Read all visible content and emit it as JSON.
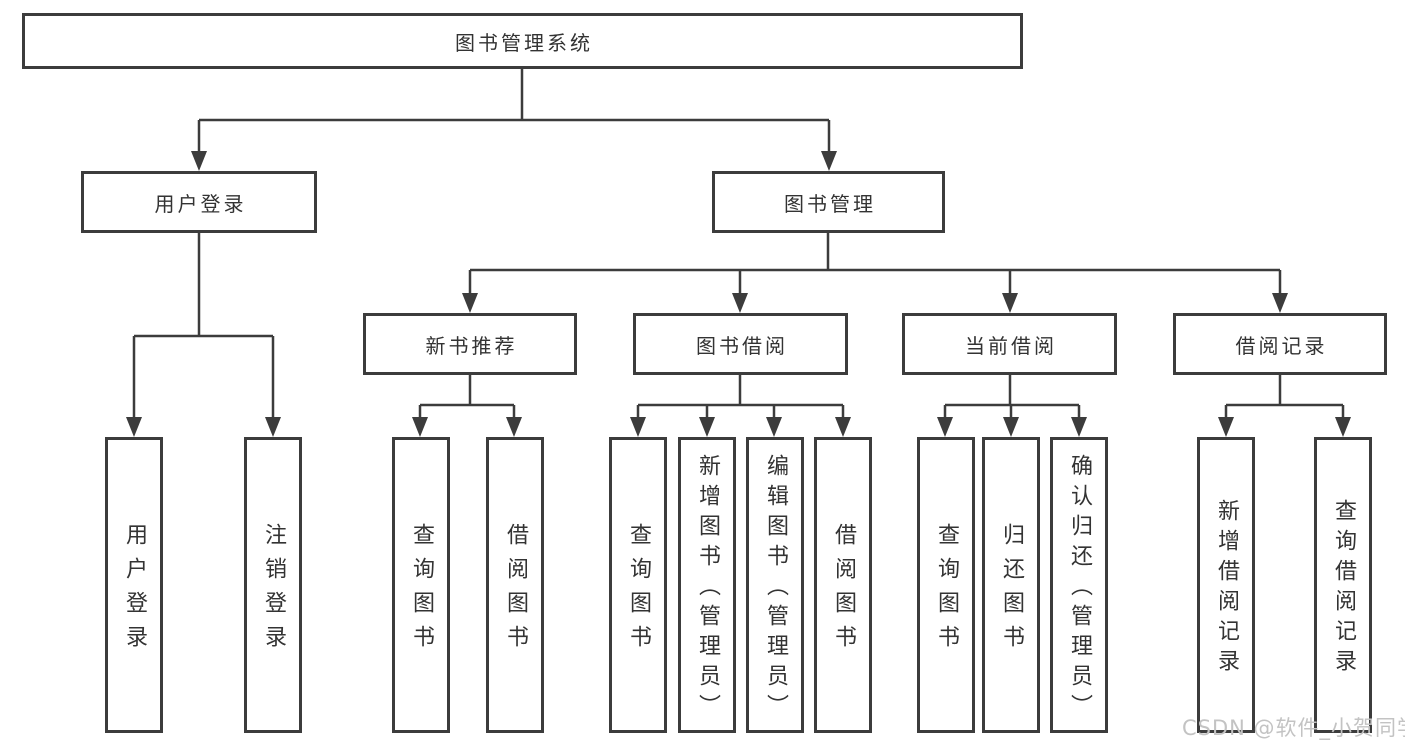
{
  "diagram_title": "图书管理系统",
  "nodes": {
    "root": "图书管理系统",
    "l2": [
      "用户登录",
      "图书管理"
    ],
    "l3": [
      "新书推荐",
      "图书借阅",
      "当前借阅",
      "借阅记录"
    ],
    "leaves": [
      "用户登录",
      "注销登录",
      "查询图书",
      "借阅图书",
      "查询图书",
      "新增图书（管理员）",
      "编辑图书（管理员）",
      "借阅图书",
      "查询图书",
      "归还图书",
      "确认归还（管理员）",
      "新增借阅记录",
      "查询借阅记录"
    ]
  },
  "hierarchy": {
    "图书管理系统": [
      "用户登录",
      "图书管理"
    ],
    "用户登录": [
      "用户登录",
      "注销登录"
    ],
    "图书管理": [
      "新书推荐",
      "图书借阅",
      "当前借阅",
      "借阅记录"
    ],
    "新书推荐": [
      "查询图书",
      "借阅图书"
    ],
    "图书借阅": [
      "查询图书",
      "新增图书（管理员）",
      "编辑图书（管理员）",
      "借阅图书"
    ],
    "当前借阅": [
      "查询图书",
      "归还图书",
      "确认归还（管理员）"
    ],
    "借阅记录": [
      "新增借阅记录",
      "查询借阅记录"
    ]
  },
  "watermark": "CSDN @软件_小贺同学",
  "colors": {
    "line": "#3c3c3c",
    "box_border": "#3c3c3c",
    "text": "#333333",
    "watermark": "#c3c3c3",
    "background": "#ffffff"
  }
}
